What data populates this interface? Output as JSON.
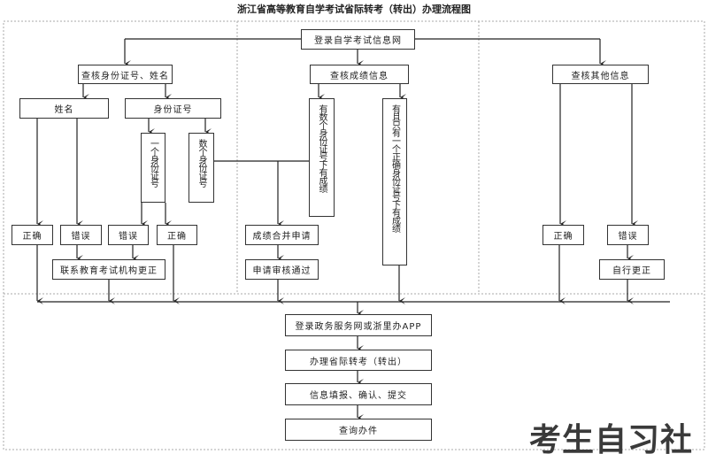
{
  "title": "浙江省高等教育自学考试省际转考（转出）办理流程图",
  "nodes": {
    "login_exam_site": "登录自学考试信息网",
    "check_id_name": "查核身份证号、姓名",
    "check_scores": "查核成绩信息",
    "check_other": "查核其他信息",
    "name": "姓名",
    "id_number": "身份证号",
    "one_id": "一个身份证号",
    "several_ids": "数个身份证号",
    "several_ids_scores": "有数个身份证号下有成绩",
    "only_one_id_scores": "有且只有一个正确身份证号下有成绩",
    "name_correct": "正确",
    "name_wrong": "错误",
    "id_wrong": "错误",
    "id_correct": "正确",
    "merge_scores": "成绩合并申请",
    "other_correct": "正确",
    "other_wrong": "错误",
    "contact_agency": "联系教育考试机构更正",
    "approved": "申请审核通过",
    "self_correct": "自行更正",
    "login_gov": "登录政务服务网或浙里办APP",
    "handle_transfer": "办理省际转考（转出）",
    "fill_confirm": "信息填报、确认、提交",
    "query": "查询办件"
  },
  "watermark": "考生自习社"
}
